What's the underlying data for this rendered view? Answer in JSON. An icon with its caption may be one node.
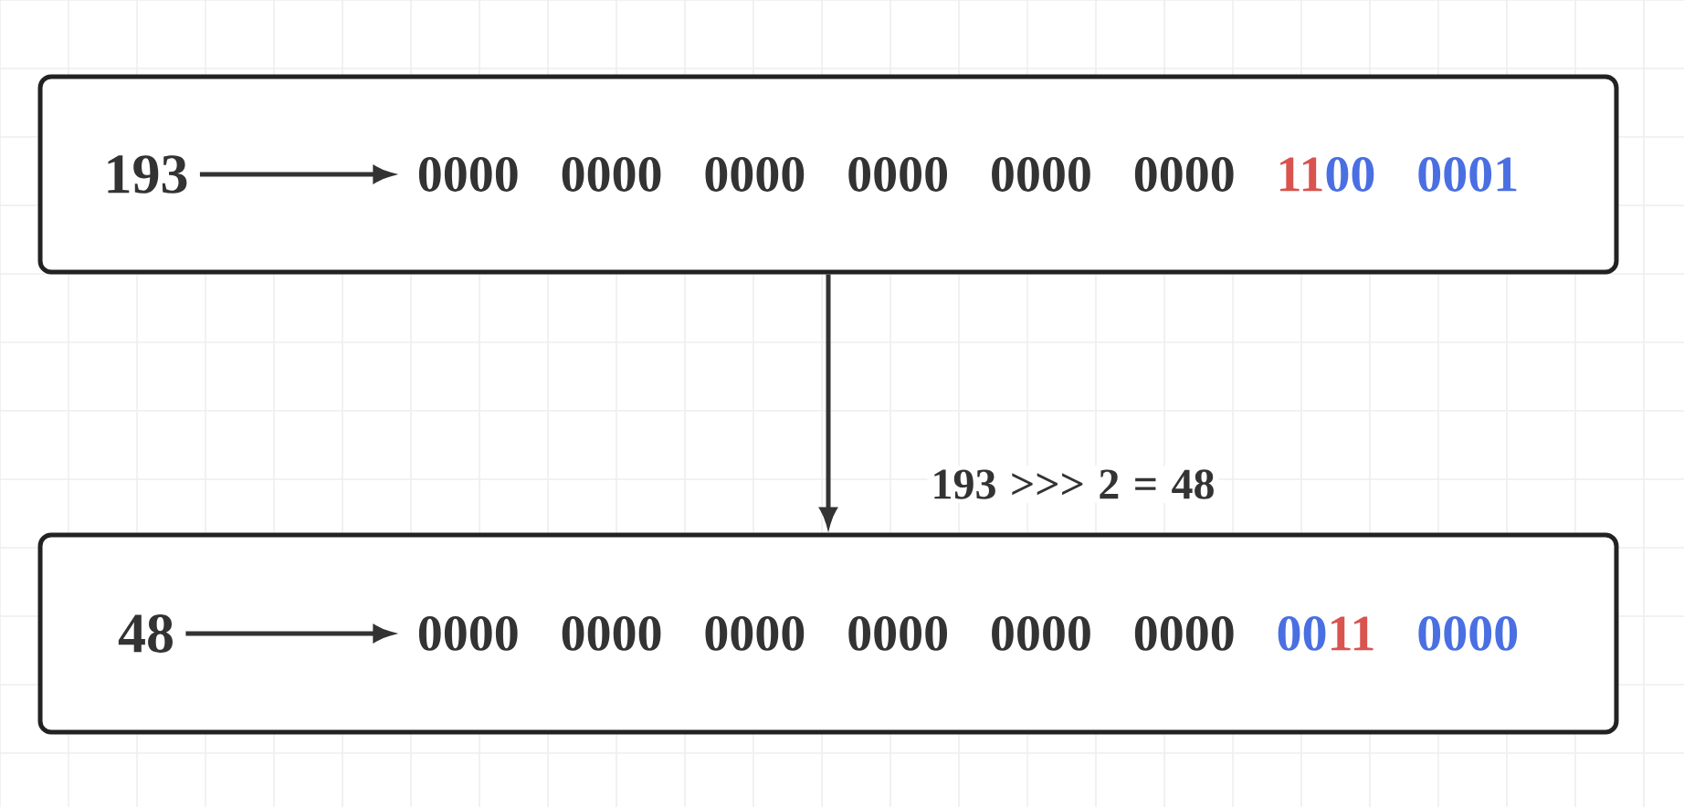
{
  "diagram": {
    "nodes": [
      {
        "text": [],
        "shape": "box"
      },
      {
        "text": [
          "193"
        ],
        "in": 0
      },
      {
        "text": [
          "0000 0000 0000 0000 0000 0000",
          "11",
          "00",
          "0001"
        ],
        "in": 0
      },
      {
        "text": [],
        "shape": "box"
      },
      {
        "text": [
          "48"
        ],
        "in": 3
      },
      {
        "text": [
          "0000 0000 0000 0000 0000 0000",
          "00",
          "11",
          "0000"
        ],
        "in": 3
      }
    ],
    "edges": [
      {
        "from": 1,
        "to": 2,
        "arrow": "to"
      },
      {
        "from": 0,
        "to": 3,
        "arrow": "to",
        "label": "193  >>> 2 = 48"
      },
      {
        "from": 4,
        "to": 5,
        "arrow": "to"
      }
    ]
  }
}
